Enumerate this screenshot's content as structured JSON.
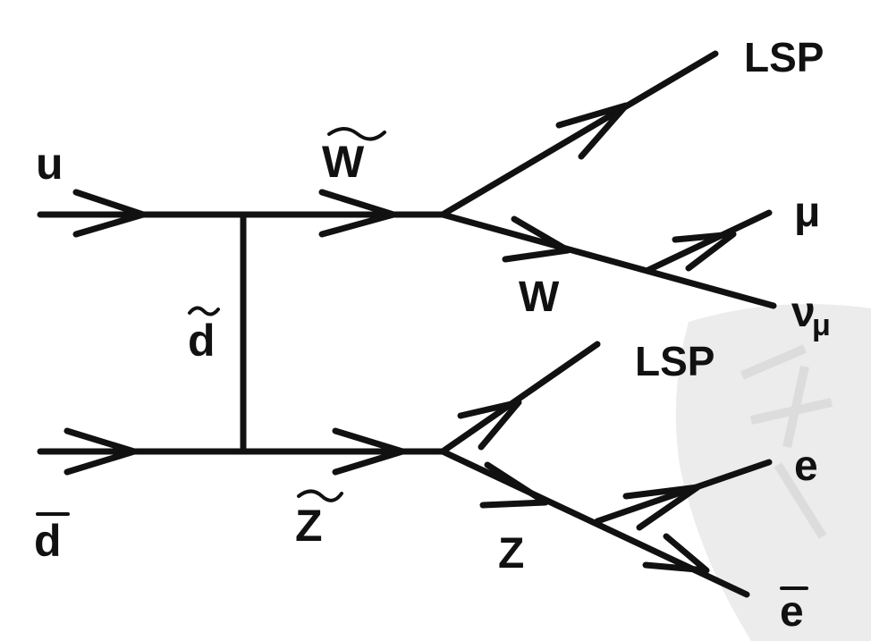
{
  "diagram": {
    "labels": {
      "u": "u",
      "d_bar": "d",
      "d_tilde": "d",
      "w_tilde": "W",
      "z_tilde": "Z",
      "w": "W",
      "z": "Z",
      "lsp_top": "LSP",
      "lsp_mid": "LSP",
      "mu": "μ",
      "nu": "ν",
      "nu_sub": "μ",
      "e": "e",
      "e_bar": "e"
    },
    "colors": {
      "ink": "#111111",
      "watermark": "#e6e6e6"
    }
  }
}
